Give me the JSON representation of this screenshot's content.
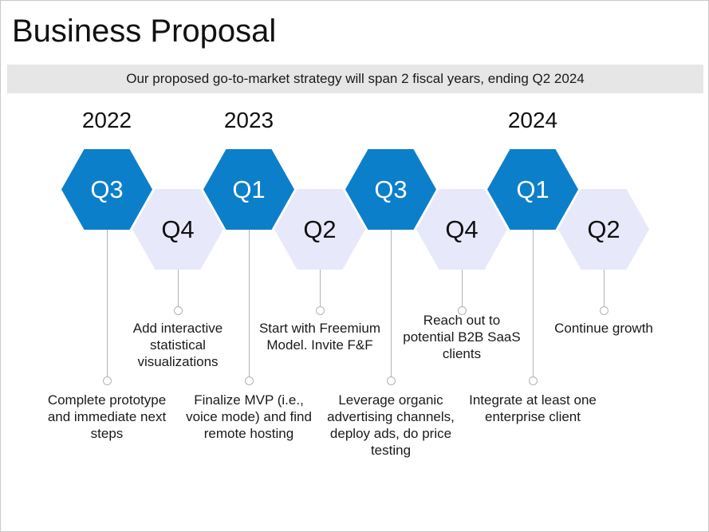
{
  "slide": {
    "title": "Business Proposal",
    "subtitle": "Our proposed go-to-market strategy will span 2 fiscal years, ending Q2 2024",
    "colors": {
      "accent_blue": "#0c7fca",
      "hex_light": "#e8e8fb",
      "subtitle_band": "#e6e6e6",
      "connector": "#b3b3b3",
      "text": "#1a1a1a"
    }
  },
  "timeline": {
    "years": [
      {
        "label": "2022"
      },
      {
        "label": "2023"
      },
      {
        "label": "2024"
      }
    ],
    "milestones": [
      {
        "quarter": "Q3",
        "style": "upper",
        "text": "Complete prototype and immediate next steps"
      },
      {
        "quarter": "Q4",
        "style": "lower",
        "text": "Add interactive statistical visualizations"
      },
      {
        "quarter": "Q1",
        "style": "upper",
        "text": "Finalize MVP (i.e., voice mode) and find remote hosting"
      },
      {
        "quarter": "Q2",
        "style": "lower",
        "text": "Start with Freemium Model. Invite F&F"
      },
      {
        "quarter": "Q3",
        "style": "upper",
        "text": "Leverage organic advertising channels, deploy ads, do price testing"
      },
      {
        "quarter": "Q4",
        "style": "lower",
        "text": "Reach out to potential B2B SaaS clients"
      },
      {
        "quarter": "Q1",
        "style": "upper",
        "text": "Integrate at least one enterprise client"
      },
      {
        "quarter": "Q2",
        "style": "lower",
        "text": "Continue growth"
      }
    ]
  }
}
